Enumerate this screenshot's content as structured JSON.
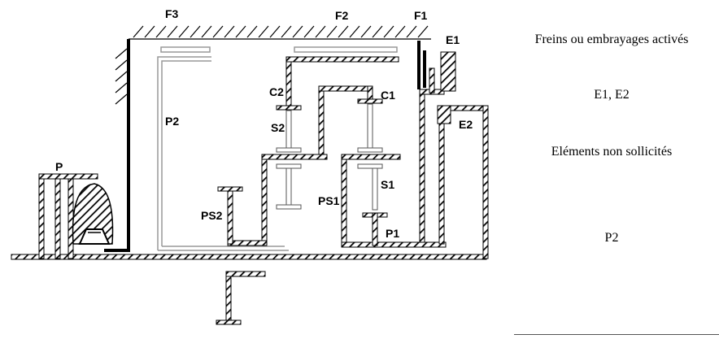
{
  "labels": {
    "F3": "F3",
    "F2": "F2",
    "F1": "F1",
    "E1": "E1",
    "E2": "E2",
    "C1": "C1",
    "C2": "C2",
    "S1": "S1",
    "S2": "S2",
    "P": "P",
    "P1": "P1",
    "P2": "P2",
    "PS1": "PS1",
    "PS2": "PS2"
  },
  "panel": {
    "heading1": "Freins ou embrayages activés",
    "value1": "E1, E2",
    "heading2": "Eléments non sollicités",
    "value2": "P2"
  },
  "colors": {
    "line": "#000000",
    "idle": "#999999",
    "background": "#ffffff"
  }
}
